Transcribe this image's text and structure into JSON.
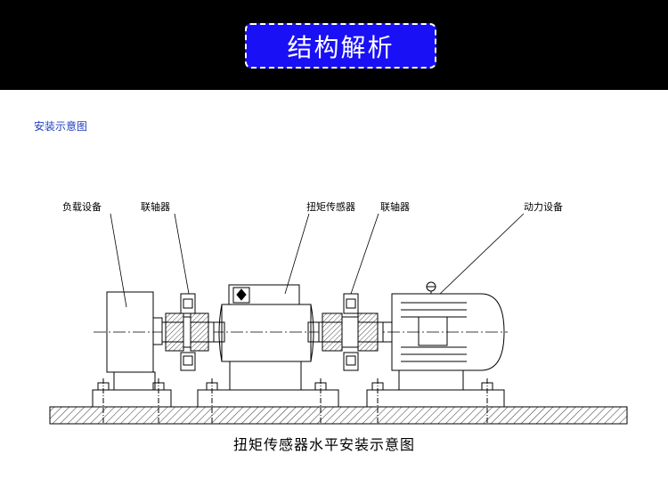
{
  "header": {
    "title": "结构解析",
    "accent_color": "#1a10f5",
    "background_color": "#000000"
  },
  "section": {
    "label": "安装示意图",
    "label_color": "#1f3fbf"
  },
  "diagram": {
    "labels": {
      "load_device": "负载设备",
      "coupling_left": "联轴器",
      "torque_sensor": "扭矩传感器",
      "coupling_right": "联轴器",
      "power_device": "动力设备"
    },
    "caption": "扭矩传感器水平安装示意图"
  }
}
